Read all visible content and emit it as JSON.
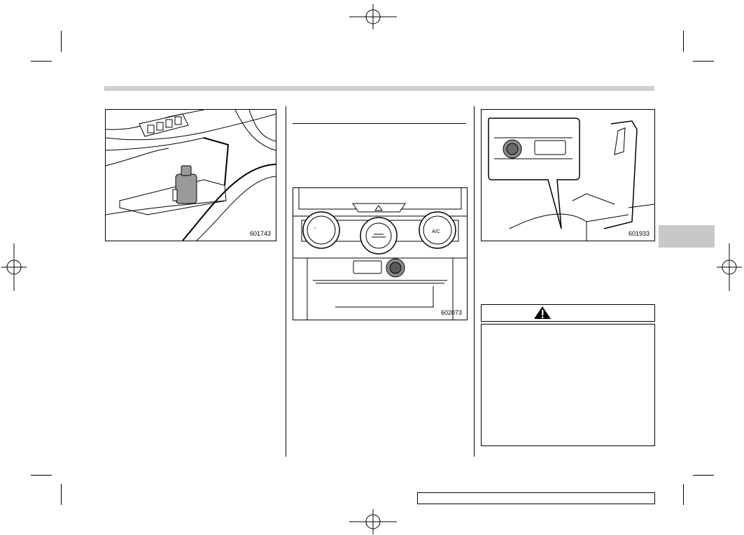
{
  "figures": {
    "door_pocket": {
      "code": "601743"
    },
    "climate_panel": {
      "code": "602073",
      "ac_label": "A/C"
    },
    "console_outlet": {
      "code": "601933"
    }
  },
  "warning": {
    "icon": "warning-triangle-icon"
  },
  "colors": {
    "header_bar": "#cfcfcf",
    "side_tab": "#c8c8c8"
  }
}
